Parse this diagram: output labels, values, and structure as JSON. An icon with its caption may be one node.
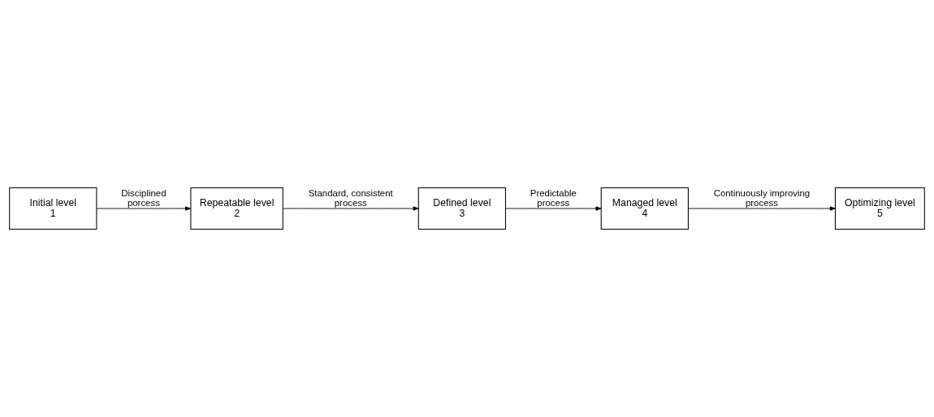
{
  "diagram": {
    "nodes": [
      {
        "text": [
          "Initial level 1"
        ]
      },
      {
        "text": [
          "Repeatable level 2"
        ]
      },
      {
        "text": [
          "Defined level 3"
        ]
      },
      {
        "text": [
          "Managed level 4"
        ]
      },
      {
        "text": [
          "Optimizing level 5"
        ]
      }
    ],
    "edges": [
      {
        "from": 0,
        "to": 1,
        "arrow": "to",
        "label": "Disciplined porcess"
      },
      {
        "from": 1,
        "to": 2,
        "arrow": "to",
        "label": "Standard, consistent process"
      },
      {
        "from": 2,
        "to": 3,
        "arrow": "to",
        "label": "Predictable process"
      },
      {
        "from": 3,
        "to": 4,
        "arrow": "to",
        "label": "Continuously improving process"
      }
    ]
  }
}
